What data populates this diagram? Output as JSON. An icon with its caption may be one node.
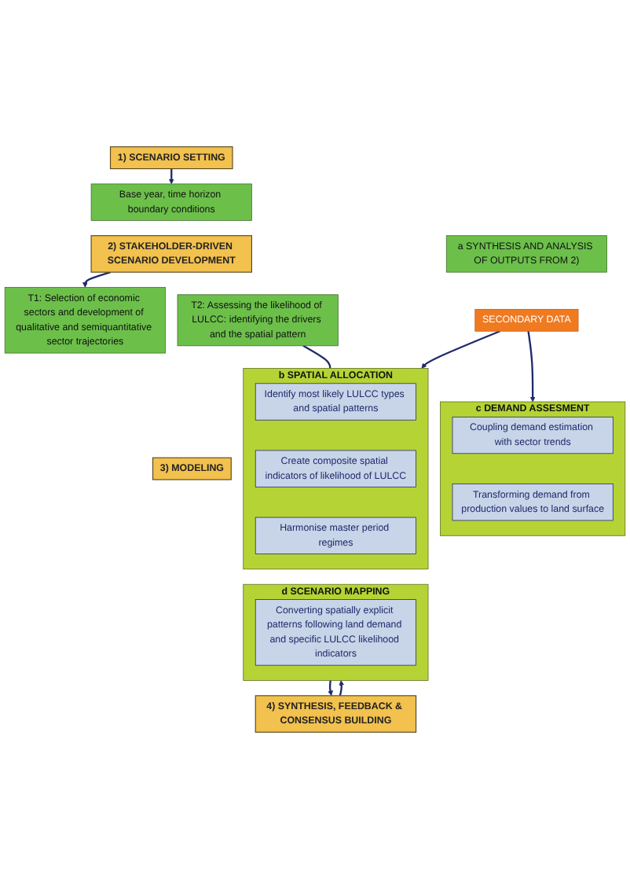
{
  "diagram": {
    "nodes": [
      {
        "text": [
          "1) SCENARIO SETTING"
        ]
      },
      {
        "text": [
          "Base year, time horizon boundary conditions"
        ]
      },
      {
        "text": [
          "2) STAKEHOLDER-DRIVEN SCENARIO DEVELOPMENT"
        ]
      },
      {
        "text": [
          "T1: Selection of economic sectors and development of qualitative and semiquantitative sector trajectories"
        ]
      },
      {
        "text": [
          "T2: Assessing the likelihood of LULCC: identifying the drivers and the spatial pattern"
        ]
      },
      {
        "text": [
          "3) MODELING"
        ]
      },
      {
        "text": [
          "a SYNTHESIS AND ANALYSIS OF OUTPUTS FROM 2)"
        ]
      },
      {
        "text": [
          "b SPATIAL ALLOCATION"
        ]
      },
      {
        "text": [
          "Identify most likely LULCC types and spatial patterns"
        ],
        "in": 7
      },
      {
        "text": [
          "Create composite spatial indicators of likelihood of LULCC"
        ],
        "in": 7
      },
      {
        "text": [
          "Harmonise master period regimes"
        ],
        "in": 7
      },
      {
        "text": [
          "SECONDARY DATA"
        ]
      },
      {
        "text": [
          "c DEMAND ASSESMENT"
        ]
      },
      {
        "text": [
          "Coupling demand estimation with sector trends"
        ],
        "in": 12
      },
      {
        "text": [
          "Transforming demand from production values to land surface"
        ],
        "in": 12
      },
      {
        "text": [
          "d SCENARIO MAPPING"
        ]
      },
      {
        "text": [
          "Converting spatially explicit patterns following land demand and specific LULCC likelihood indicators"
        ],
        "in": 15
      },
      {
        "text": [
          "4) SYNTHESIS, FEEDBACK & CONSENSUS BUILDING"
        ]
      }
    ],
    "edges": [
      {
        "from": 0,
        "to": 1,
        "arrow": "to"
      },
      {
        "from": 2,
        "to": 3,
        "arrow": "to"
      },
      {
        "from": 4,
        "to": 7,
        "arrow": "none"
      },
      {
        "from": 11,
        "to": 7,
        "arrow": "to"
      },
      {
        "from": 11,
        "to": 12,
        "arrow": "to"
      },
      {
        "from": 15,
        "to": 17,
        "arrow": "to"
      },
      {
        "from": 17,
        "to": 15,
        "arrow": "to"
      }
    ]
  }
}
